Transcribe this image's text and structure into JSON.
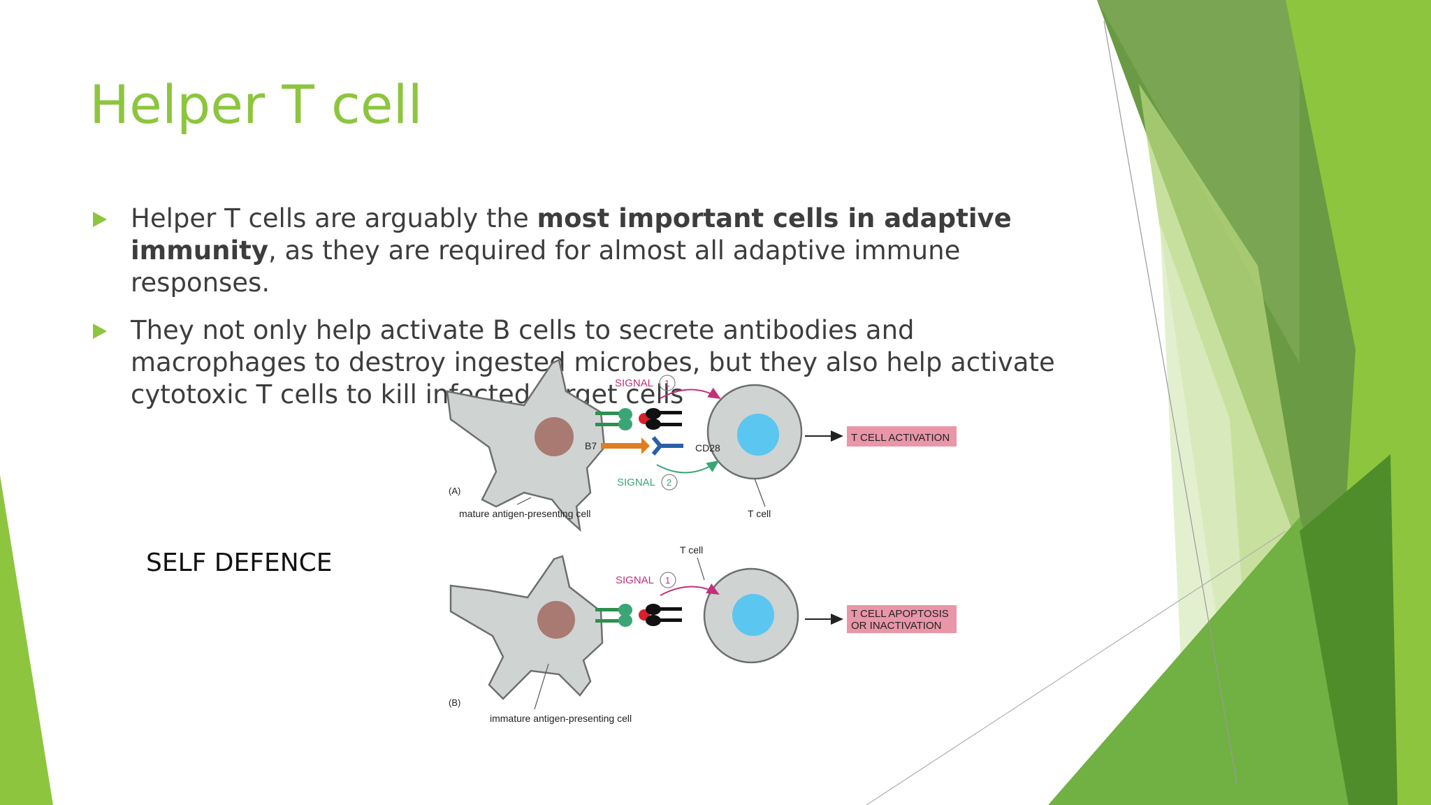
{
  "slide": {
    "title": "Helper T cell",
    "bullets": [
      {
        "pre": "Helper T cells are arguably the ",
        "bold": "most important cells in adaptive immunity",
        "post": ", as they are required for almost all adaptive immune responses."
      },
      {
        "text": "They not only help activate B cells to secrete antibodies and macrophages to destroy ingested microbes, but they also help activate cytotoxic T cells to kill infected target cells"
      }
    ],
    "side_label": "SELF DEFENCE"
  },
  "figure": {
    "panel_a": {
      "signal1": "SIGNAL",
      "signal1_num": "1",
      "signal2": "SIGNAL",
      "signal2_num": "2",
      "b7": "B7",
      "cd28": "CD28",
      "outcome": "T CELL ACTIVATION",
      "panel_letter": "(A)",
      "apc_label": "mature antigen-presenting cell",
      "tcell_label": "T cell"
    },
    "panel_b": {
      "tcell_label": "T cell",
      "signal1": "SIGNAL",
      "signal1_num": "1",
      "outcome_line1": "T CELL APOPTOSIS",
      "outcome_line2": "OR INACTIVATION",
      "panel_letter": "(B)",
      "apc_label": "immature antigen-presenting cell"
    }
  },
  "colors": {
    "title_green": "#8dc53e",
    "signal1": "#c2307a",
    "signal2": "#3aa575",
    "apc_cell": "#cfd3d2",
    "nucleus_apc": "#a97a72",
    "nucleus_t": "#5bc6ef",
    "outcome_box": "#e996a8",
    "b7_orange": "#e07d22",
    "cd28_blue": "#2a5ea8"
  }
}
